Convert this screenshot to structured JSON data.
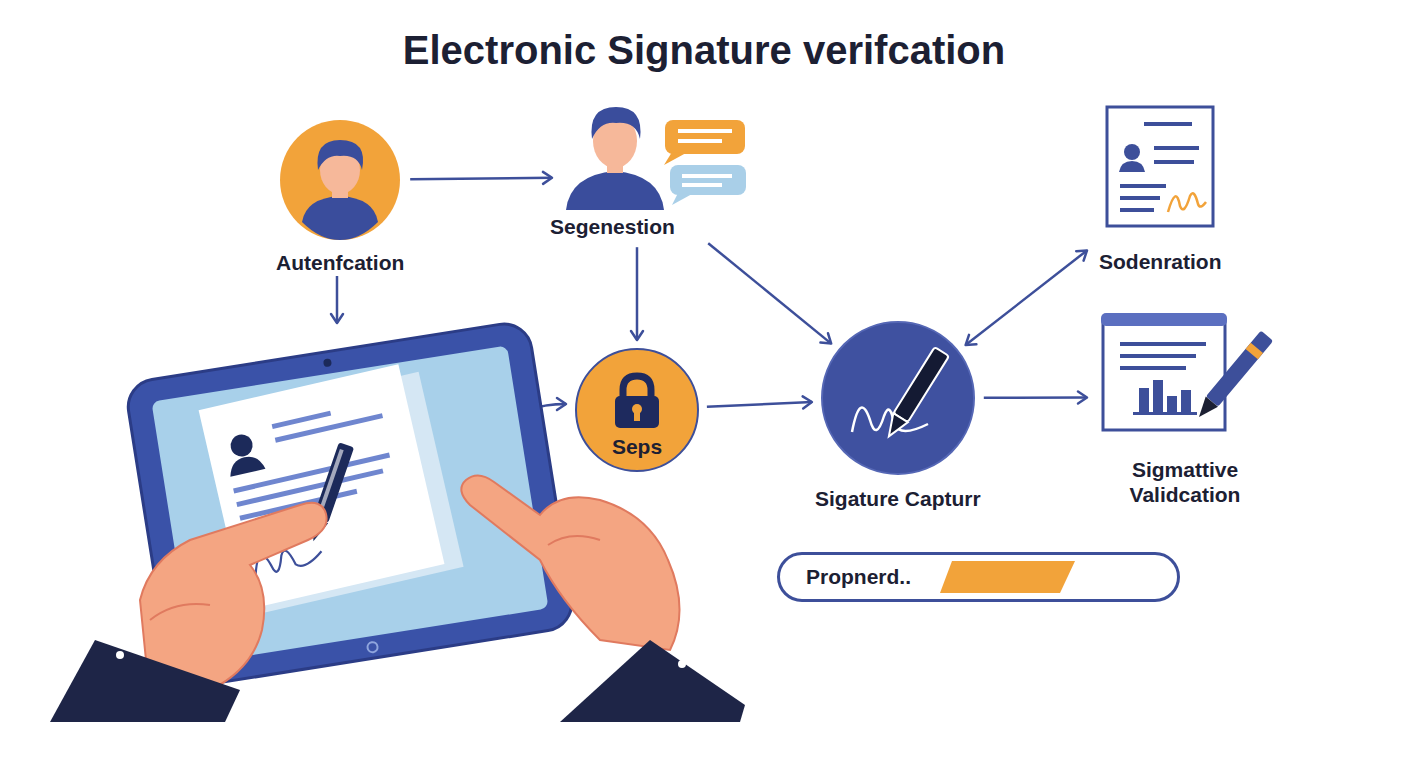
{
  "diagram": {
    "title": "Electronic Signature verifcation",
    "nodes": [
      {
        "text": [
          "Autenfcation"
        ]
      },
      {
        "text": [
          "Segenestion"
        ]
      },
      {
        "text": [
          "Seps"
        ]
      },
      {
        "text": [
          "Sigature Capturr"
        ]
      },
      {
        "text": [
          "Sodenration"
        ]
      },
      {
        "text": [
          "Sigmattive Validcation"
        ]
      },
      {
        "text": [
          "Propnerd.."
        ]
      }
    ],
    "edges": [
      {
        "from": 0,
        "to": 1,
        "arrow": "to"
      },
      {
        "from": 1,
        "to": 2,
        "arrow": "to"
      },
      {
        "from": 1,
        "to": 3,
        "arrow": "to"
      },
      {
        "from": 2,
        "to": 3,
        "arrow": "to"
      },
      {
        "from": 3,
        "to": 4,
        "arrow": "both"
      },
      {
        "from": 3,
        "to": 5,
        "arrow": "to"
      }
    ]
  }
}
